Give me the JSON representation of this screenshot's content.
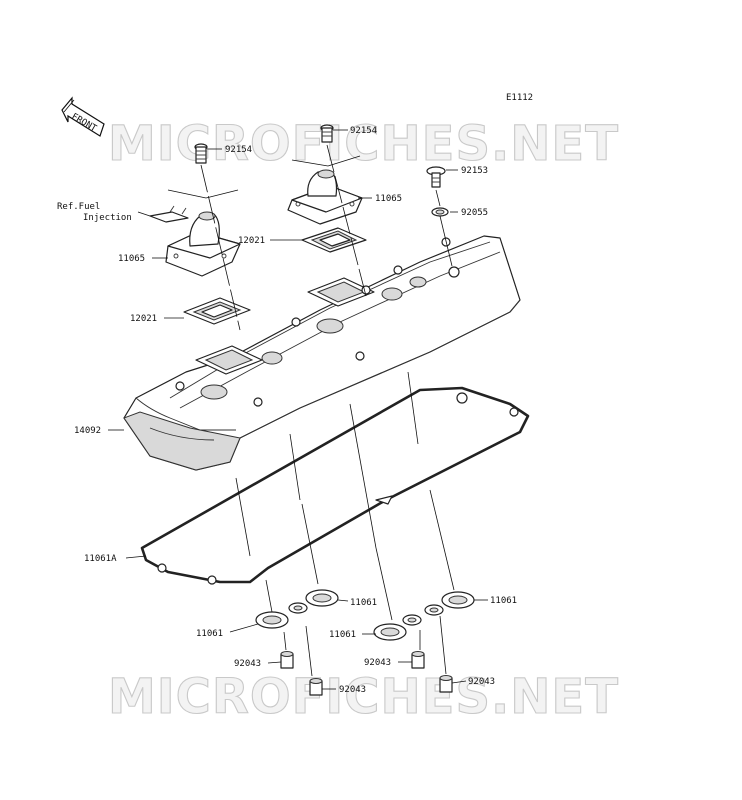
{
  "diagram_code": "E1112",
  "watermark": "MICROFICHES.NET",
  "front_arrow_label": "FRONT",
  "ref_note": {
    "line1": "Ref.Fuel",
    "line2": "Injection"
  },
  "callouts": [
    {
      "id": "c-92154-left",
      "text": "92154"
    },
    {
      "id": "c-92154-right",
      "text": "92154"
    },
    {
      "id": "c-92153",
      "text": "92153"
    },
    {
      "id": "c-11065-right",
      "text": "11065"
    },
    {
      "id": "c-92055",
      "text": "92055"
    },
    {
      "id": "c-11065-left",
      "text": "11065"
    },
    {
      "id": "c-12021-right",
      "text": "12021"
    },
    {
      "id": "c-12021-left",
      "text": "12021"
    },
    {
      "id": "c-14092",
      "text": "14092"
    },
    {
      "id": "c-11061A",
      "text": "11061A"
    },
    {
      "id": "c-11061-a",
      "text": "11061"
    },
    {
      "id": "c-11061-b",
      "text": "11061"
    },
    {
      "id": "c-11061-c",
      "text": "11061"
    },
    {
      "id": "c-11061-d",
      "text": "11061"
    },
    {
      "id": "c-92043-a",
      "text": "92043"
    },
    {
      "id": "c-92043-b",
      "text": "92043"
    },
    {
      "id": "c-92043-c",
      "text": "92043"
    },
    {
      "id": "c-92043-d",
      "text": "92043"
    }
  ]
}
